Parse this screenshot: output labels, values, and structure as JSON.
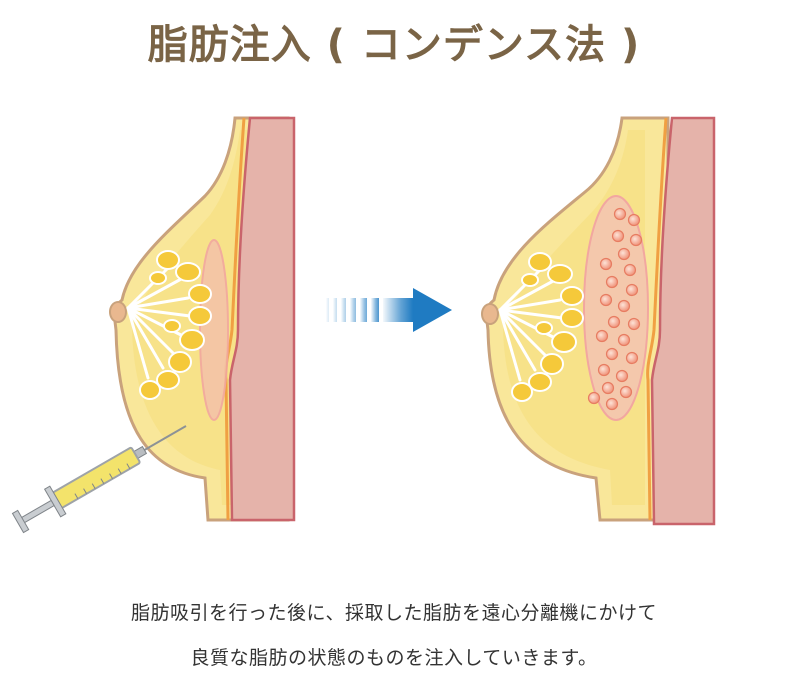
{
  "title": "脂肪注入 ( コンデンス法 )",
  "caption": {
    "line1": "脂肪吸引を行った後に、採取した脂肪を遠心分離機にかけて",
    "line2": "良質な脂肪の状態のものを注入していきます。"
  },
  "colors": {
    "title": "#7a6446",
    "skin_outline": "#c9a27c",
    "fat": "#f9e79a",
    "fat_inner": "#f6df7c",
    "gland": "#f5c93a",
    "muscle": "#e5b3aa",
    "muscle_outline": "#c9646b",
    "injected_fat": "#f2a58c",
    "arrow": "#1f7bc2",
    "syringe_yellow": "#f3e36b",
    "syringe_gray": "#9ea3a8"
  },
  "icons": {
    "arrow": "right-arrow-icon",
    "syringe": "syringe-icon"
  }
}
